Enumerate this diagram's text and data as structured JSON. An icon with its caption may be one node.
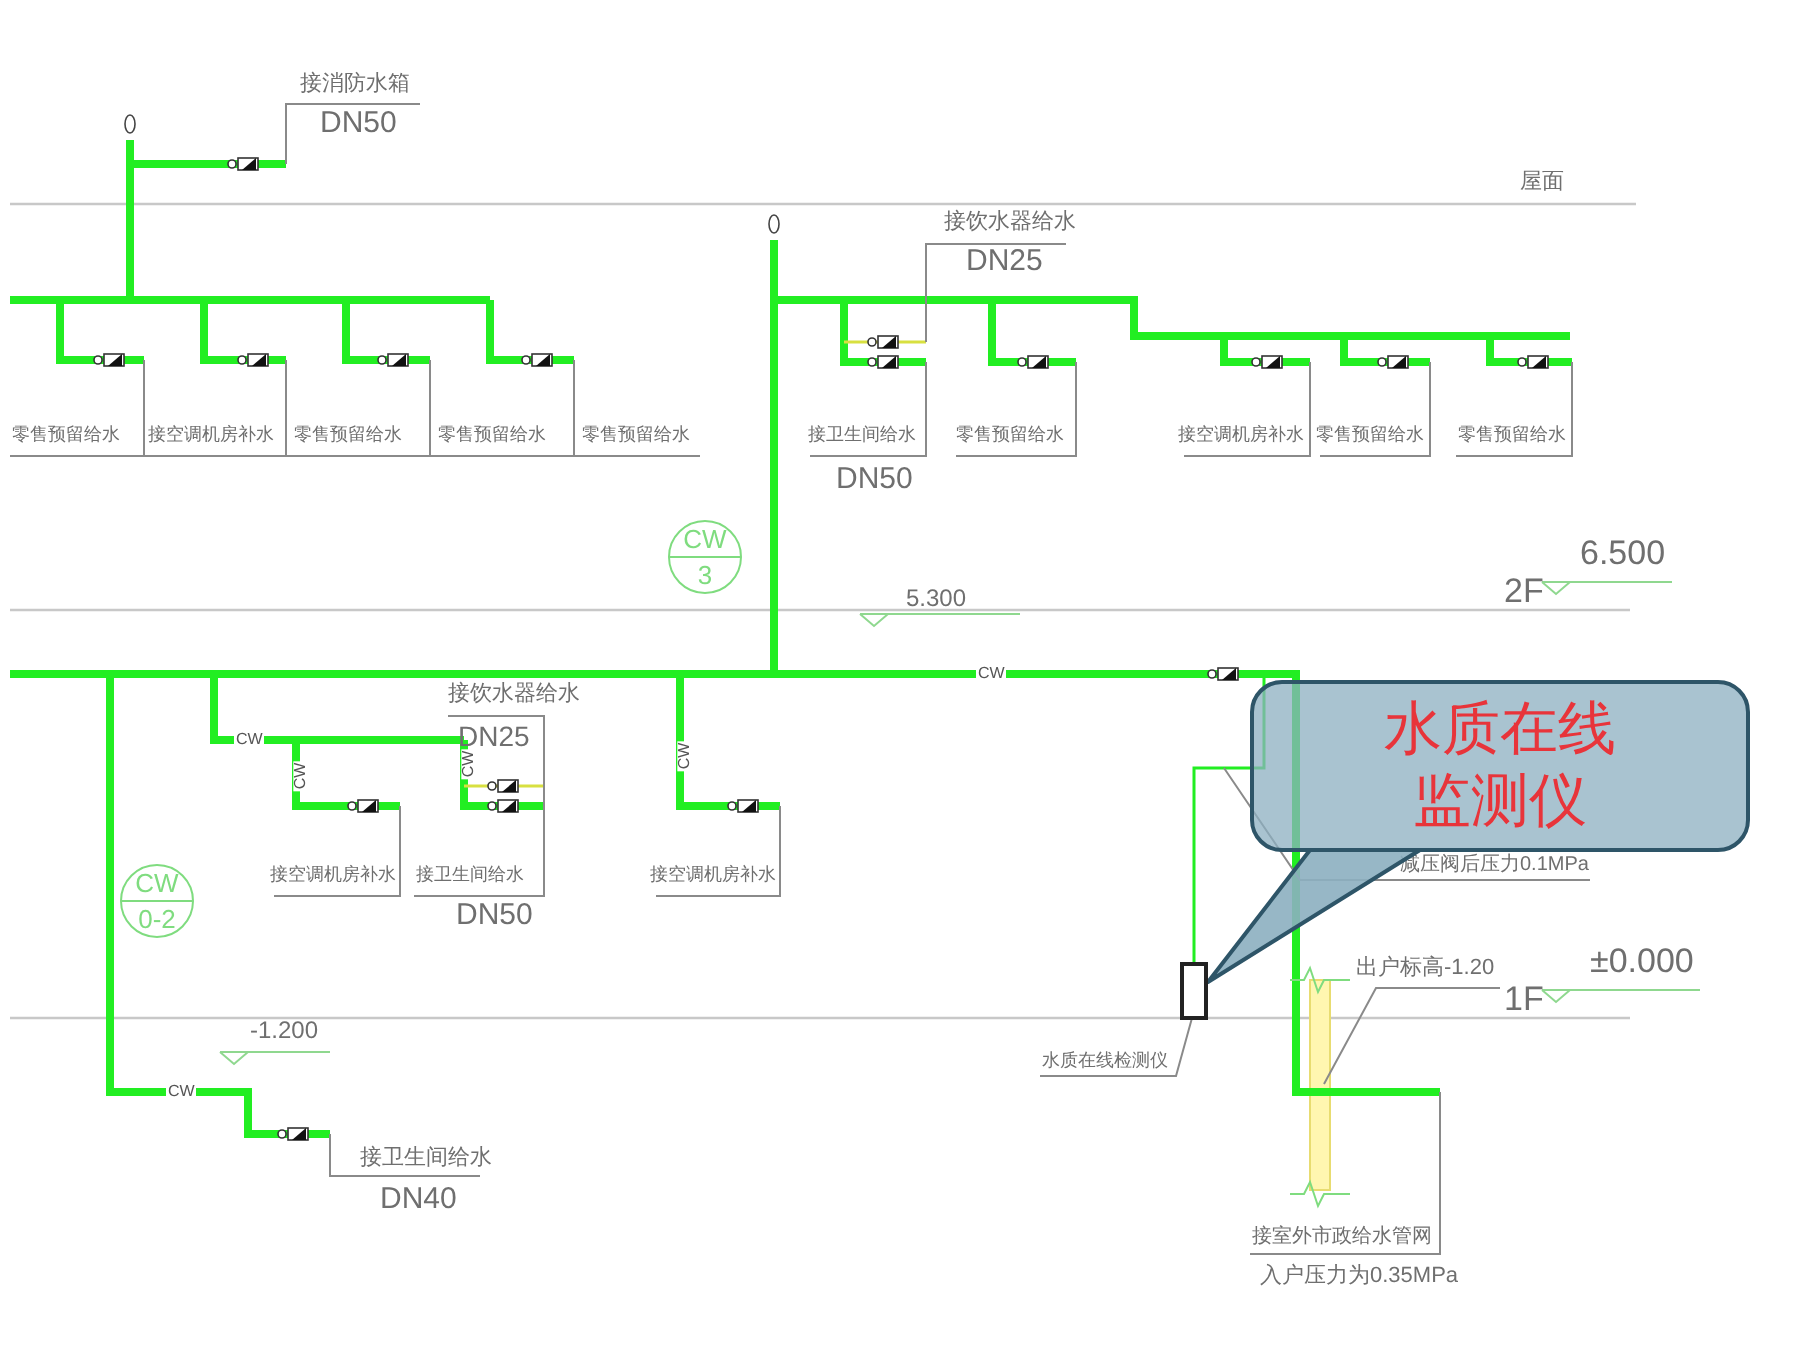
{
  "diagram": {
    "nodes": [
      {
        "text": [
          "CW",
          "3"
        ]
      },
      {
        "text": [
          "CW",
          "0-2"
        ]
      },
      {
        "text": [
          "水质在线监测仪"
        ]
      },
      {
        "text": [],
        "shape": "box"
      }
    ],
    "edges": [
      {
        "from": 2,
        "to": 3,
        "arrow": "none"
      }
    ],
    "labels": [
      "接消防水箱",
      "DN50",
      "屋面",
      "接饮水器给水",
      "DN25",
      "零售预留给水",
      "接空调机房补水",
      "零售预留给水",
      "零售预留给水",
      "零售预留给水",
      "接卫生间给水",
      "零售预留给水",
      "接空调机房补水",
      "零售预留给水",
      "零售预留给水",
      "DN50",
      "2F",
      "6.500",
      "5.300",
      "CW",
      "接饮水器给水",
      "DN25",
      "CW",
      "CW",
      "CW",
      "CW",
      "接空调机房补水",
      "接卫生间给水",
      "接空调机房补水",
      "DN50",
      "减压阀后压力0.1MPa",
      "出户标高-1.20",
      "1F",
      "±0.000",
      "水质在线检测仪",
      "-1.200",
      "CW",
      "接卫生间给水",
      "DN40",
      "接室外市政给水管网",
      "入户压力为0.35MPa"
    ]
  }
}
